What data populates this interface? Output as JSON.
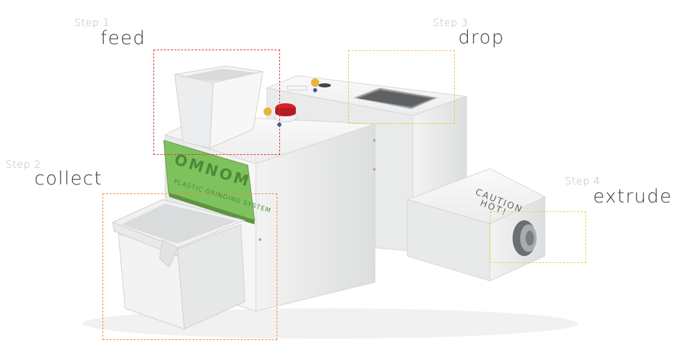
{
  "steps": [
    {
      "step": "Step 1",
      "action": "feed",
      "color": "#e0322d"
    },
    {
      "step": "Step 2",
      "action": "collect",
      "color": "#ee8a3c"
    },
    {
      "step": "Step 3",
      "action": "drop",
      "color": "#f0c53b"
    },
    {
      "step": "Step 4",
      "action": "extrude",
      "color": "#e9d72c"
    }
  ],
  "machine": {
    "brand_panel": {
      "logo": "OMNOM",
      "subtitle": "PLASTIC GRINDING SYSTEM",
      "color": "#7ec25e"
    },
    "warning_label": "CAUTION\nHOT!",
    "estop_color": "#d2232a",
    "knob_color": "#e8b53a",
    "body_color": "#f1f2f2"
  }
}
